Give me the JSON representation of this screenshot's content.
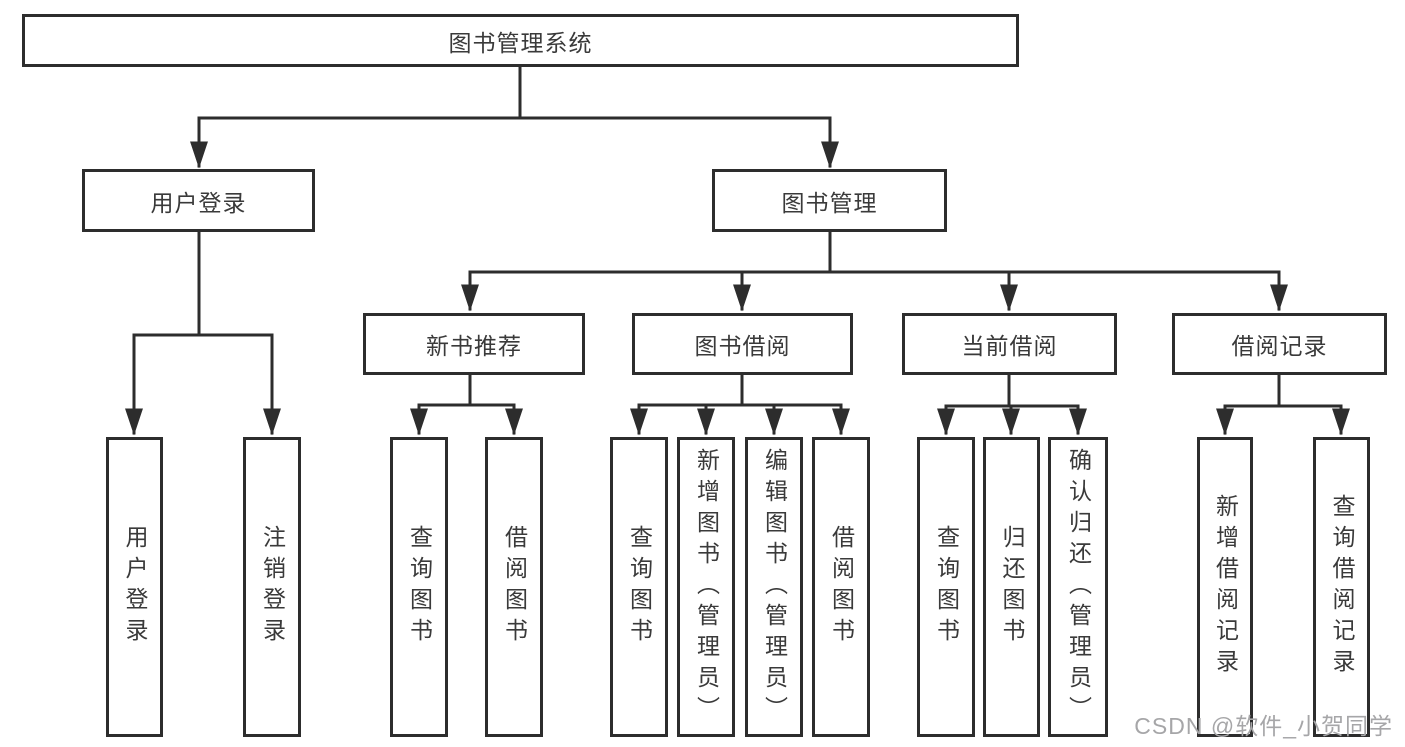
{
  "tree": {
    "label": "图书管理系统",
    "children": [
      {
        "label": "用户登录",
        "children": [
          {
            "label": "用户登录"
          },
          {
            "label": "注销登录"
          }
        ]
      },
      {
        "label": "图书管理",
        "children": [
          {
            "label": "新书推荐",
            "children": [
              {
                "label": "查询图书"
              },
              {
                "label": "借阅图书"
              }
            ]
          },
          {
            "label": "图书借阅",
            "children": [
              {
                "label": "查询图书"
              },
              {
                "label": "新增图书（管理员）"
              },
              {
                "label": "编辑图书（管理员）"
              },
              {
                "label": "借阅图书"
              }
            ]
          },
          {
            "label": "当前借阅",
            "children": [
              {
                "label": "查询图书"
              },
              {
                "label": "归还图书"
              },
              {
                "label": "确认归还（管理员）"
              }
            ]
          },
          {
            "label": "借阅记录",
            "children": [
              {
                "label": "新增借阅记录"
              },
              {
                "label": "查询借阅记录"
              }
            ]
          }
        ]
      }
    ]
  },
  "watermark": "CSDN @软件_小贺同学",
  "colors": {
    "line": "#2d2d2d",
    "border": "#2d2d2d",
    "text": "#3a3a3a",
    "background": "#ffffff",
    "watermark": "#a6a6a8"
  }
}
